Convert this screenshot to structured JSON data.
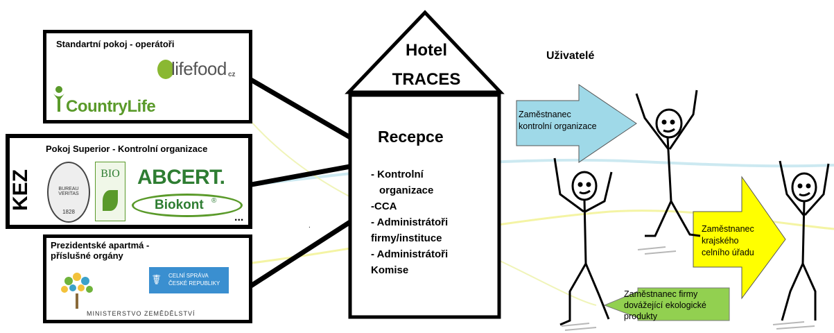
{
  "hotel": {
    "title_line1": "Hotel",
    "title_line2": "TRACES",
    "reception": "Recepce",
    "roles": [
      "- Kontrolní",
      "organizace",
      "-CCA",
      "- Administrátoři",
      "firmy/instituce",
      "- Administrátoři",
      "Komise"
    ]
  },
  "rooms": {
    "standard": {
      "title": "Standartní pokoj - operátoři",
      "logos": {
        "lifefood": "lifefood",
        "lifefood_suffix": "cz",
        "countrylife": "CountryLife"
      }
    },
    "superior": {
      "title": "Pokoj Superior - Kontrolní organizace",
      "logos": {
        "kez": "KEZ",
        "bureau": "BUREAU VERITAS",
        "bureau_year": "1828",
        "bio": "BIO",
        "abcert": "ABCERT.",
        "biokont": "Biokont",
        "biokont_mark": "®",
        "ellipsis": "..."
      }
    },
    "presidential": {
      "title_line1": "Prezidentské apartmá -",
      "title_line2": "příslušné orgány",
      "logos": {
        "ministry": "MINISTERSTVO ZEMĚDĚLSTVÍ",
        "customs_line1": "CELNÍ SPRÁVA",
        "customs_line2": "ČESKÉ REPUBLIKY"
      }
    }
  },
  "users": {
    "label": "Uživatelé",
    "arrows": [
      {
        "line1": "Zaměstnanec",
        "line2": "kontrolní organizace",
        "color": "#9fd9e8"
      },
      {
        "line1": "Zaměstnanec",
        "line2": "krajského",
        "line3": "celního úřadu",
        "color": "#ffff00"
      },
      {
        "line1": "Zaměstnanec firmy",
        "line2": "dovážející ekologické",
        "line3": "produkty",
        "color": "#92d050"
      }
    ]
  }
}
